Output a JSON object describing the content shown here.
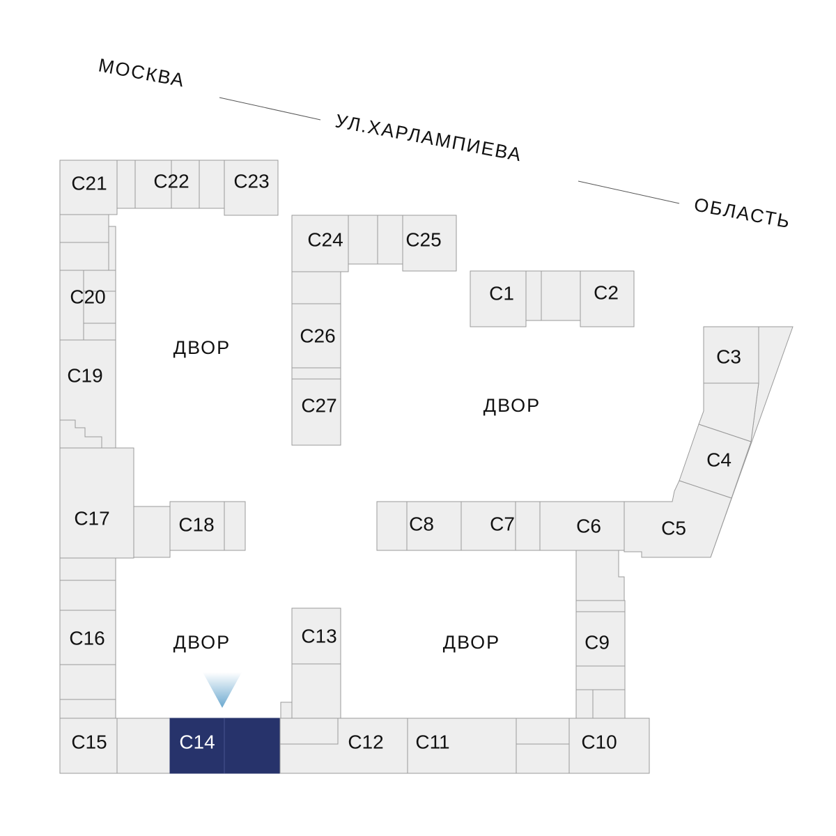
{
  "street": {
    "left": "МОСКВА",
    "center": "УЛ.ХАРЛАМПИЕВА",
    "right": "ОБЛАСТЬ"
  },
  "yards": [
    "ДВОР",
    "ДВОР",
    "ДВОР",
    "ДВОР"
  ],
  "sections": {
    "c1": "С1",
    "c2": "С2",
    "c3": "С3",
    "c4": "С4",
    "c5": "С5",
    "c6": "С6",
    "c7": "С7",
    "c8": "С8",
    "c9": "С9",
    "c10": "С10",
    "c11": "С11",
    "c12": "С12",
    "c13": "С13",
    "c14": "С14",
    "c15": "С15",
    "c16": "С16",
    "c17": "С17",
    "c18": "С18",
    "c19": "С19",
    "c20": "С20",
    "c21": "С21",
    "c22": "С22",
    "c23": "С23",
    "c24": "С24",
    "c25": "С25",
    "c26": "С26",
    "c27": "С27"
  },
  "selected_section": "С14",
  "colors": {
    "block_fill": "#eeeeee",
    "block_stroke": "#9a9a9a",
    "selected": "#27336b",
    "marker": "#7fb6d6"
  }
}
